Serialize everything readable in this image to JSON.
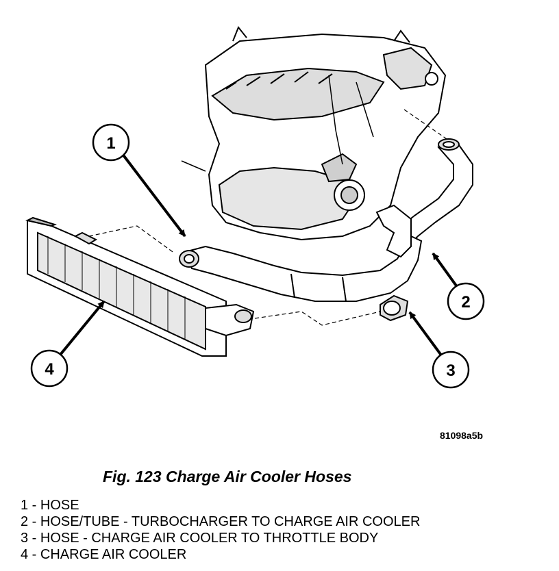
{
  "figure": {
    "code": "81098a5b",
    "caption": "Fig. 123 Charge Air Cooler Hoses",
    "callouts": [
      {
        "number": "1"
      },
      {
        "number": "2"
      },
      {
        "number": "3"
      },
      {
        "number": "4"
      }
    ]
  },
  "legend": [
    "1 - HOSE",
    "2 - HOSE/TUBE - TURBOCHARGER TO CHARGE AIR COOLER",
    "3 - HOSE - CHARGE AIR COOLER TO THROTTLE BODY",
    "4 - CHARGE AIR COOLER"
  ]
}
